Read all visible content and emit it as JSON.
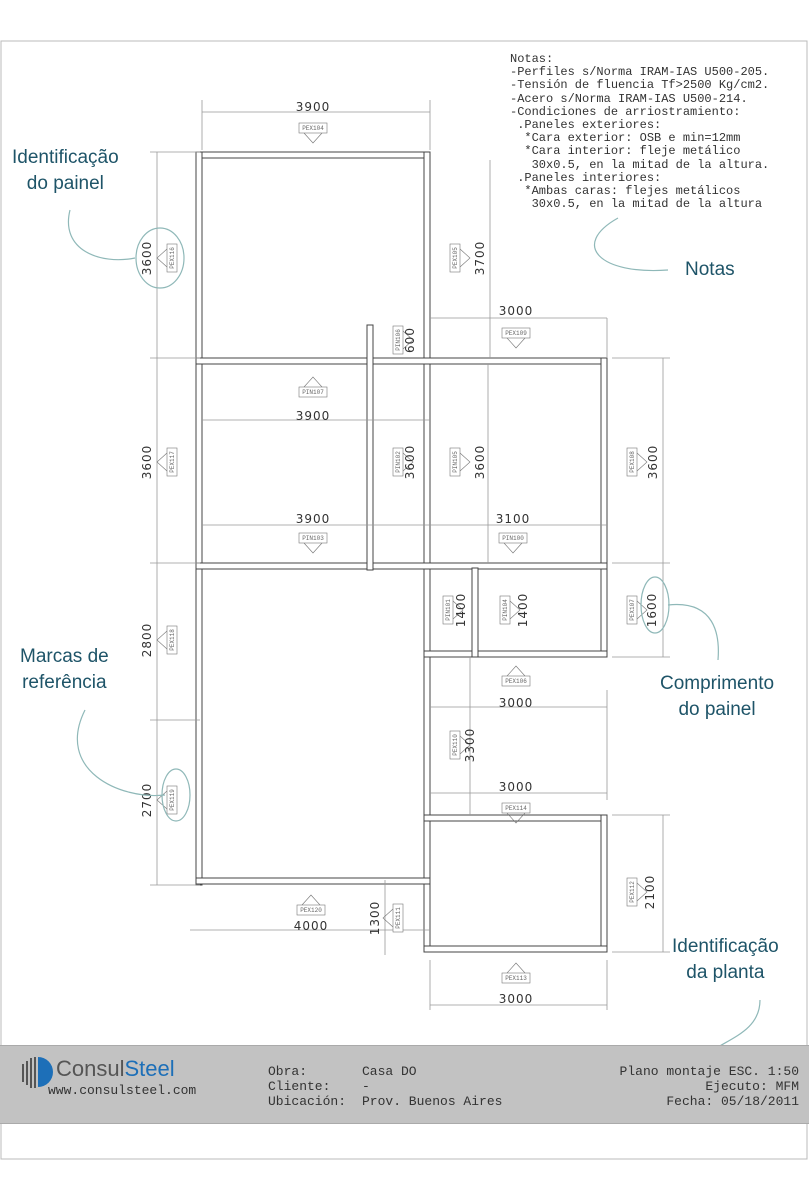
{
  "notes": {
    "lines": [
      "Notas:",
      "-Perfiles s/Norma IRAM-IAS U500-205.",
      "-Tensión de fluencia Tf>2500 Kg/cm2.",
      "-Acero s/Norma IRAM-IAS U500-214.",
      "-Condiciones de arriostramiento:",
      " .Paneles exteriores:",
      "  *Cara exterior: OSB e min=12mm",
      "  *Cara interior: fleje metálico",
      "   30x0.5, en la mitad de la altura.",
      " .Paneles interiores:",
      "  *Ambas caras: flejes metálicos",
      "   30x0.5, en la mitad de la altura"
    ]
  },
  "annotations": {
    "panel_id": [
      "Identificação",
      "do painel"
    ],
    "notes": "Notas",
    "reference_marks": [
      "Marcas de",
      "referência"
    ],
    "panel_length": [
      "Comprimento",
      "do painel"
    ],
    "plan_id": [
      "Identificação",
      "da planta"
    ]
  },
  "plan": {
    "panels": [
      {
        "tag": "PEX104",
        "length": "3900"
      },
      {
        "tag": "PEX116",
        "length": "3600"
      },
      {
        "tag": "PEX105",
        "length": "3700"
      },
      {
        "tag": "PIN106",
        "length": "600"
      },
      {
        "tag": "PEX109",
        "length": "3000"
      },
      {
        "tag": "PIN107",
        "length": "3900"
      },
      {
        "tag": "PEX117",
        "length": "3600"
      },
      {
        "tag": "PIN102",
        "length": "3600"
      },
      {
        "tag": "PIN105",
        "length": "3600"
      },
      {
        "tag": "PEX108",
        "length": "3600"
      },
      {
        "tag": "PIN103",
        "length": "3900"
      },
      {
        "tag": "PIN100",
        "length": "3100"
      },
      {
        "tag": "PEX118",
        "length": "2800"
      },
      {
        "tag": "PIN101",
        "length": "1400"
      },
      {
        "tag": "PIN104",
        "length": "1400"
      },
      {
        "tag": "PEX107",
        "length": "1600"
      },
      {
        "tag": "PEX106",
        "length": "3000"
      },
      {
        "tag": "PEX110",
        "length": "3300"
      },
      {
        "tag": "PEX114",
        "length": "3000"
      },
      {
        "tag": "PEX119",
        "length": "2700"
      },
      {
        "tag": "PEX120",
        "length": "4000"
      },
      {
        "tag": "PEX111",
        "length": "1300"
      },
      {
        "tag": "PEX112",
        "length": "2100"
      },
      {
        "tag": "PEX113",
        "length": "3000"
      }
    ]
  },
  "footer": {
    "logo_text_a": "Consul",
    "logo_text_b": "Steel",
    "website": "www.consulsteel.com",
    "obra_label": "Obra:",
    "obra_value": "Casa DO",
    "cliente_label": "Cliente:",
    "cliente_value": "-",
    "ubicacion_label": "Ubicación:",
    "ubicacion_value": "Prov. Buenos Aires",
    "plan_name": "Plano montaje",
    "scale": "ESC. 1:50",
    "ejecuto": "Ejecuto: MFM",
    "fecha": "Fecha: 05/18/2011"
  },
  "colors": {
    "annotation": "#1e5468",
    "annotation_line": "#8fb8b8",
    "footer_bg": "#c2c2c2",
    "logo_blue": "#1d6fb8"
  }
}
